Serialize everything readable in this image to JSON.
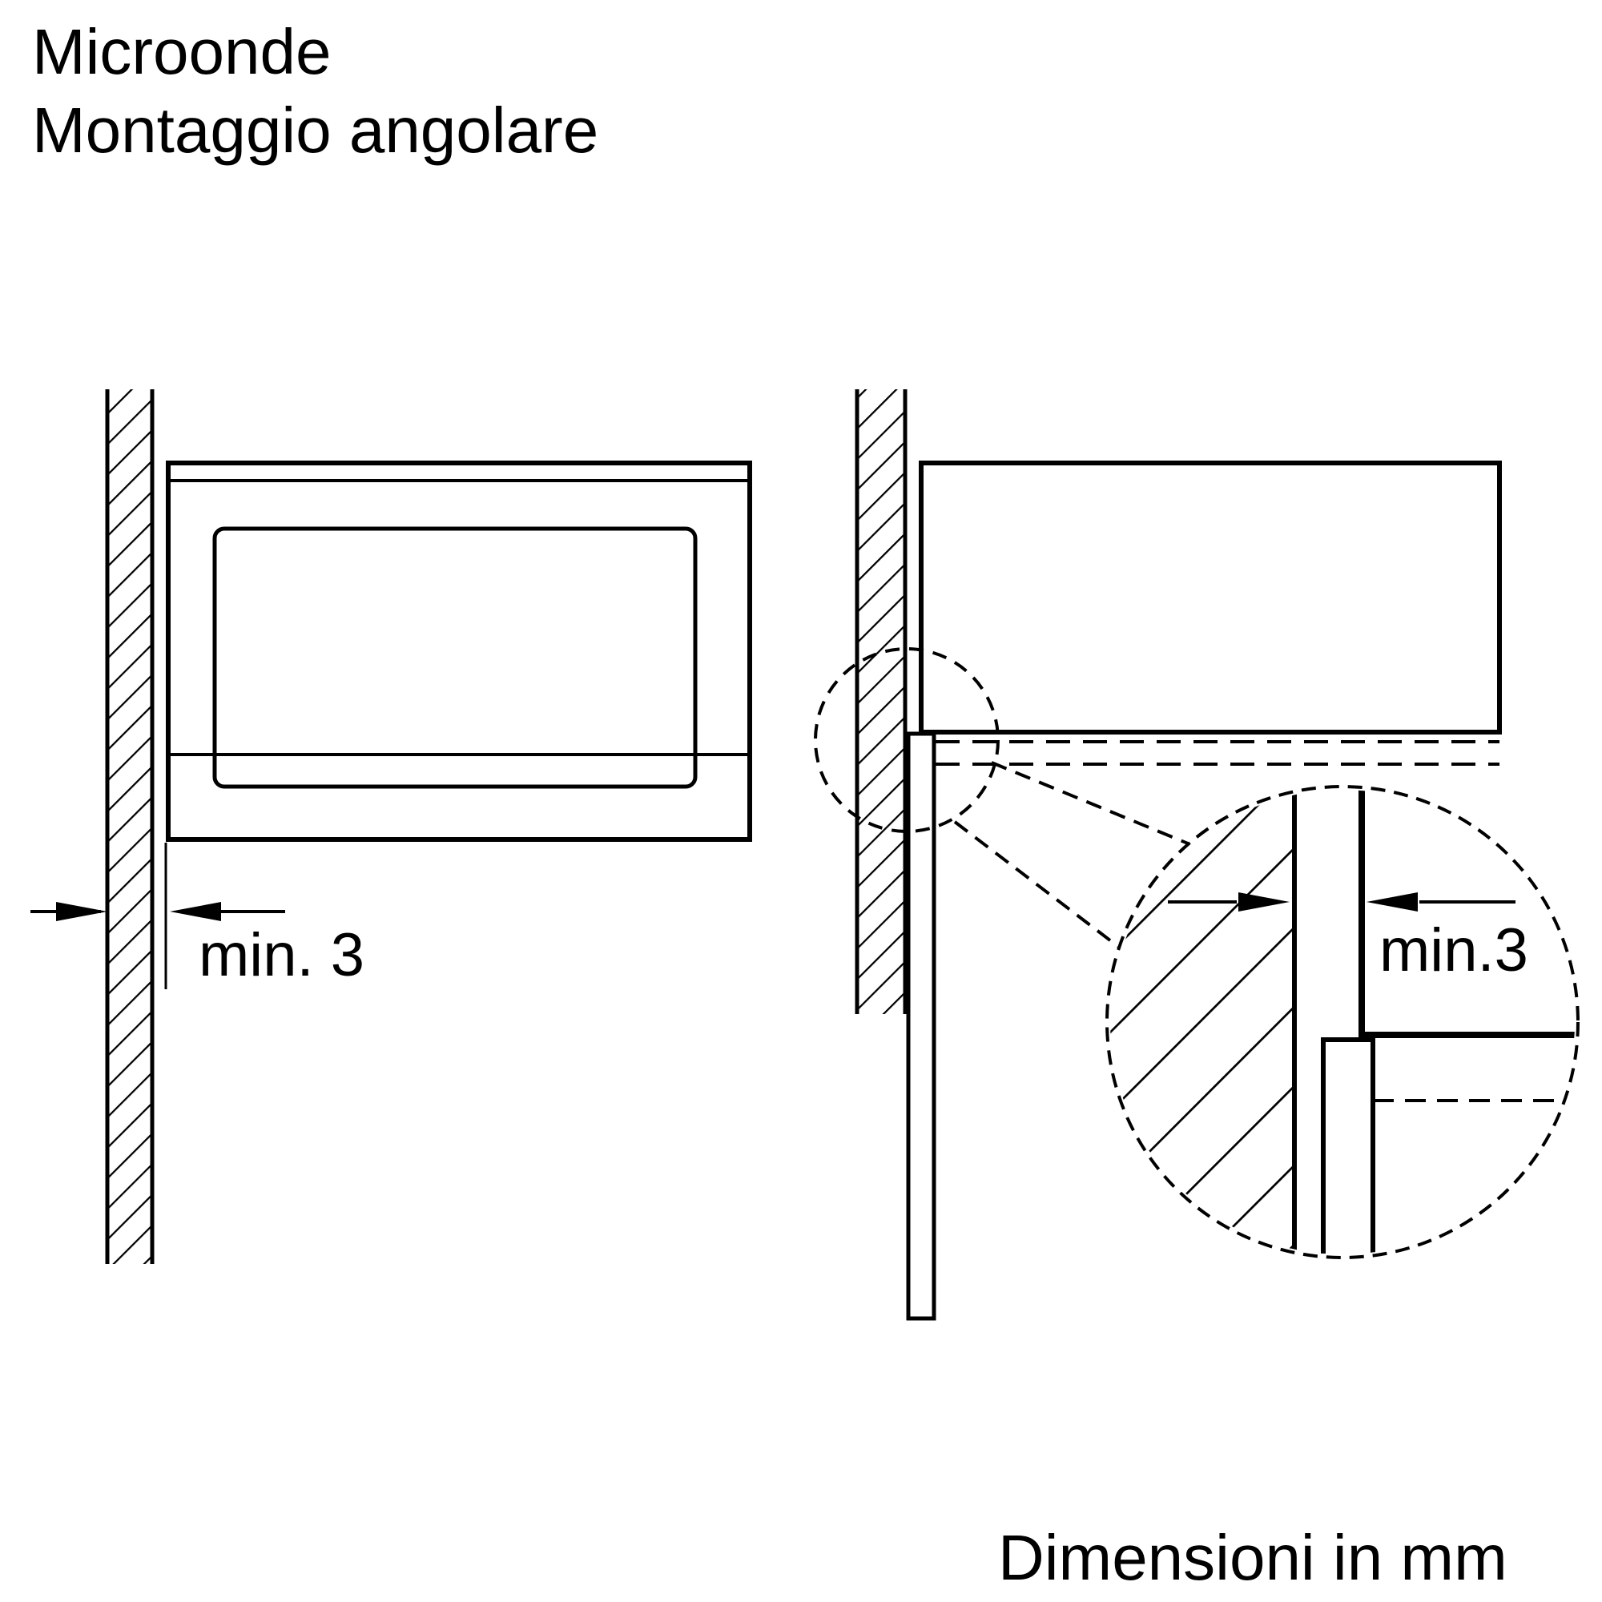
{
  "title": {
    "line1": "Microonde",
    "line2": "Montaggio angolare"
  },
  "front_view": {
    "gap_label": "min. 3"
  },
  "detail_view": {
    "gap_label": "min.3"
  },
  "footer": {
    "units_note": "Dimensioni in mm"
  },
  "colors": {
    "line": "#000000",
    "background": "#ffffff"
  }
}
